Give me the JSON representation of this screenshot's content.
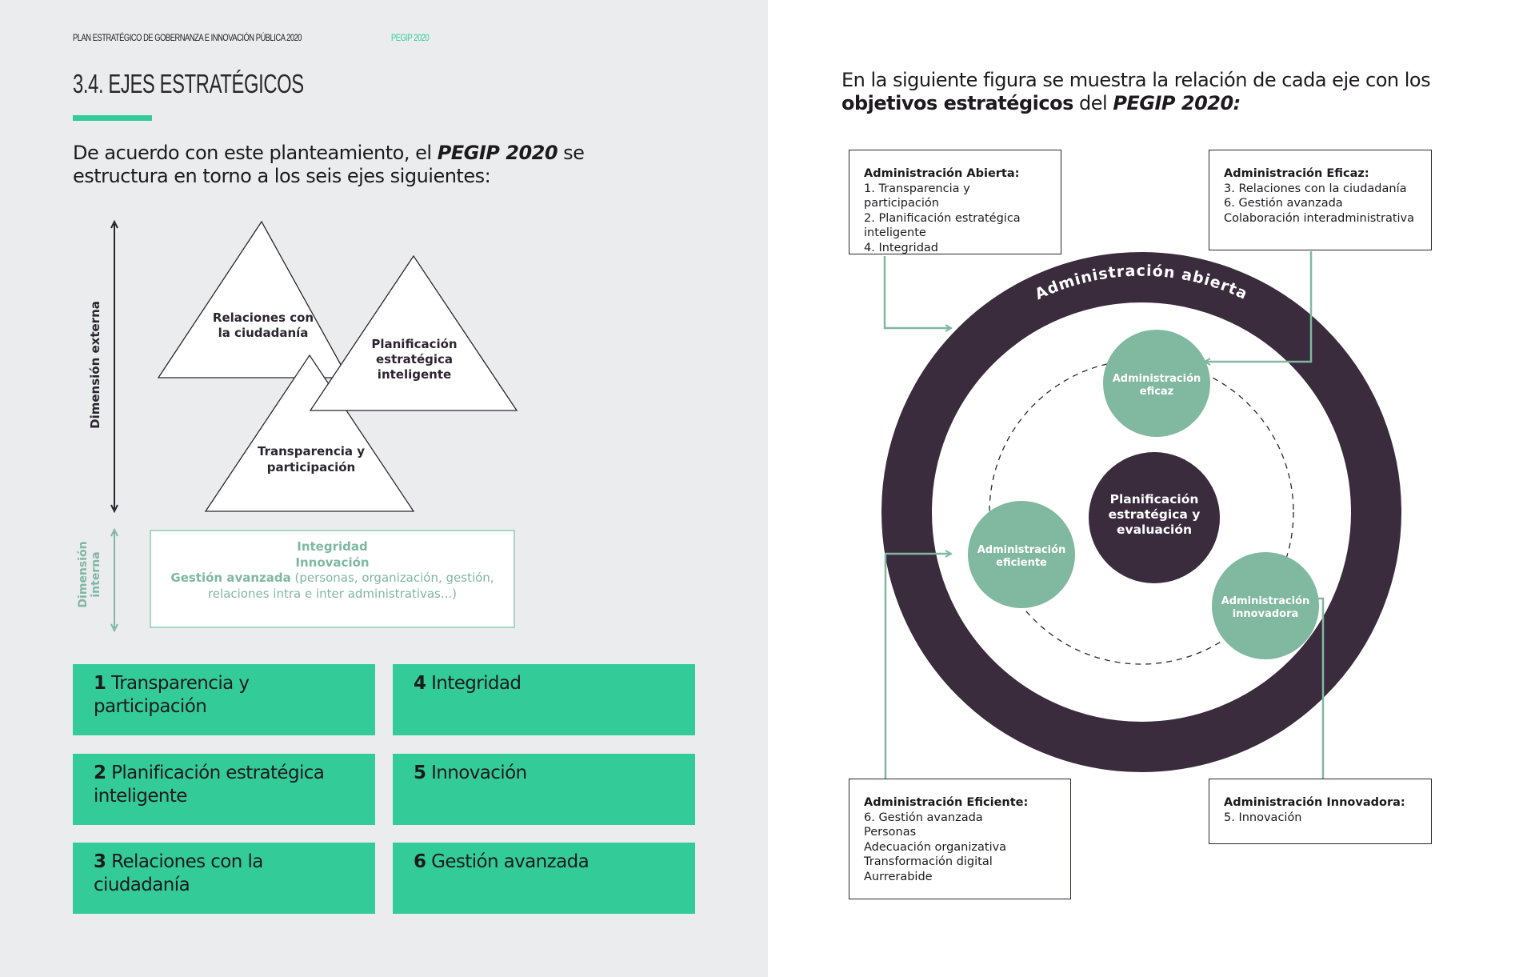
{
  "header": {
    "document_title": "PLAN ESTRATÉGICO DE GOBERNANZA E INNOVACIÓN PÚBLICA 2020",
    "document_code": "PEGIP 2020"
  },
  "left_page": {
    "section_title": "3.4. EJES ESTRATÉGICOS",
    "intro": {
      "before": "De acuerdo con este planteamiento, el ",
      "emphasis": "PEGIP 2020",
      "after": " se estructura en torno a los seis ejes siguientes:"
    },
    "diagram": {
      "external_dimension_label": "Dimensión externa",
      "internal_dimension_label_line1": "Dimensión",
      "internal_dimension_label_line2": "interna",
      "triangles": [
        {
          "line1": "Relaciones con",
          "line2": "la ciudadanía",
          "line3": ""
        },
        {
          "line1": "Planificación",
          "line2": "estratégica",
          "line3": "inteligente"
        },
        {
          "line1": "Transparencia y",
          "line2": "participación",
          "line3": ""
        }
      ],
      "internal_box": {
        "line1": "Integridad",
        "line2": "Innovación",
        "line3_bold": "Gestión avanzada",
        "line3_rest": " (personas, organización, gestión, relaciones intra e inter administrativas...)"
      }
    },
    "axes": [
      {
        "number": "1",
        "label": "Transparencia y participación"
      },
      {
        "number": "2",
        "label": "Planificación estratégica inteligente"
      },
      {
        "number": "3",
        "label": "Relaciones con la ciudadanía"
      },
      {
        "number": "4",
        "label": "Integridad"
      },
      {
        "number": "5",
        "label": "Innovación"
      },
      {
        "number": "6",
        "label": "Gestión avanzada"
      }
    ]
  },
  "right_page": {
    "intro": {
      "line1": "En la siguiente figura se muestra la relación de cada eje con los ",
      "bold": "objetivos estratégicos",
      "mid": " del ",
      "emphasis": "PEGIP 2020:"
    },
    "objective_boxes": {
      "abierta": {
        "title": "Administración Abierta:",
        "items": [
          "1. Transparencia y participación",
          "2. Planificación estratégica inteligente",
          "4. Integridad"
        ]
      },
      "eficaz": {
        "title": "Administración Eficaz:",
        "items": [
          "3. Relaciones con la ciudadanía",
          "6. Gestión avanzada",
          "Colaboración interadministrativa"
        ]
      },
      "eficiente": {
        "title": "Administración Eficiente:",
        "items": [
          "6. Gestión avanzada",
          "Personas",
          "Adecuación organizativa",
          "Transformación digital",
          "Aurrerabide"
        ]
      },
      "innovadora": {
        "title": "Administración Innovadora:",
        "items": [
          "5. Innovación"
        ]
      }
    },
    "diagram": {
      "ring_label": "Administración abierta",
      "center": {
        "line1": "Planificación",
        "line2": "estratégica y",
        "line3": "evaluación"
      },
      "eficaz": {
        "line1": "Administración",
        "line2": "eficaz"
      },
      "eficiente": {
        "line1": "Administración",
        "line2": "eficiente"
      },
      "innovadora": {
        "line1": "Administración",
        "line2": "innovadora"
      }
    }
  },
  "colors": {
    "accent_green": "#33cc99",
    "muted_green": "#80b8a0",
    "dark_plum": "#3a2c3d",
    "left_bg": "#ebecee"
  }
}
